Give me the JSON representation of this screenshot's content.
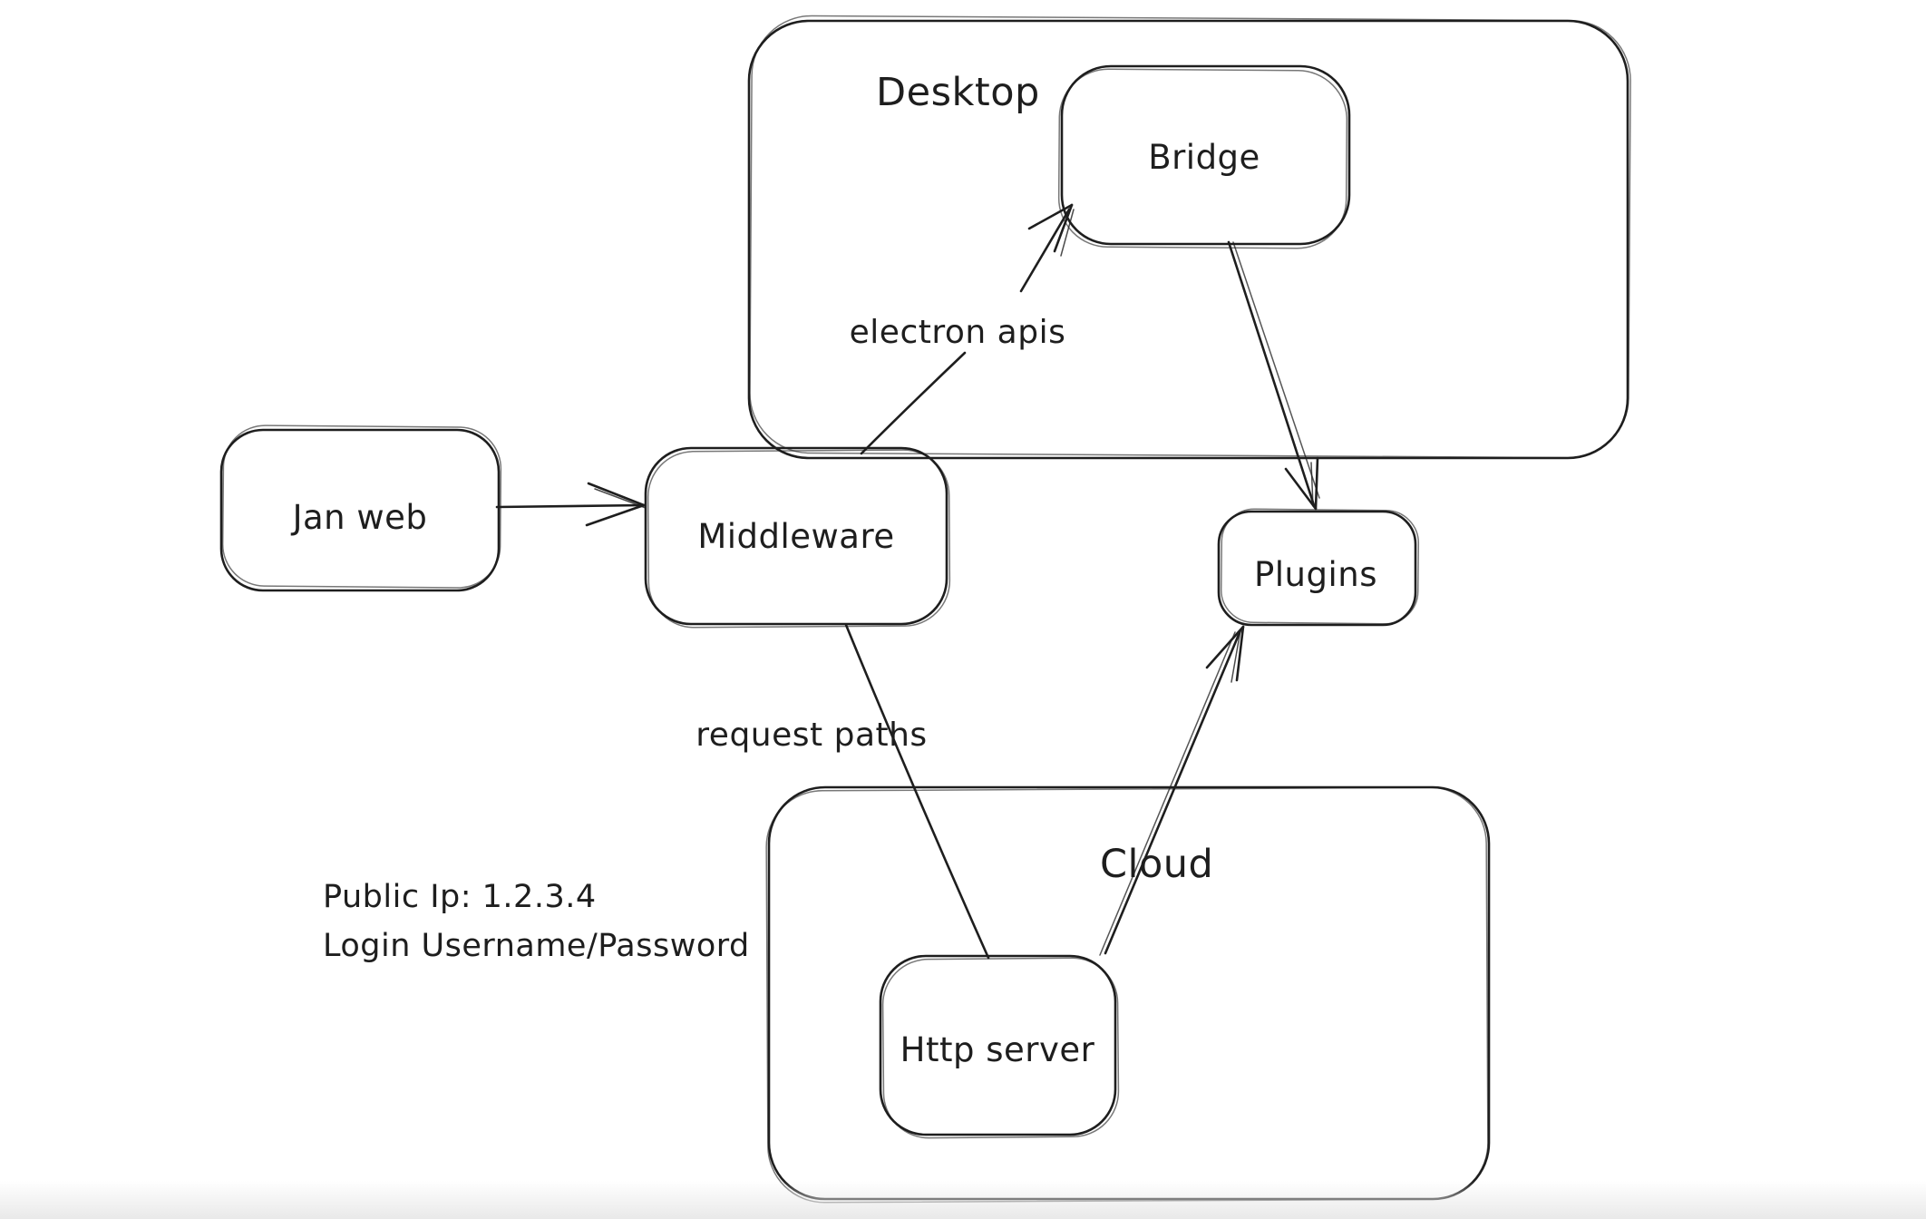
{
  "diagram": {
    "background_color": "#ffffff",
    "stroke_color": "#1e1e1e",
    "bottom_fade_color": "#e9e9e9",
    "containers": [
      {
        "name": "desktop",
        "label": "Desktop"
      },
      {
        "name": "cloud",
        "label": "Cloud"
      }
    ],
    "nodes": [
      {
        "name": "jan-web",
        "label": "Jan web"
      },
      {
        "name": "middleware",
        "label": "Middleware"
      },
      {
        "name": "bridge",
        "label": "Bridge"
      },
      {
        "name": "plugins",
        "label": "Plugins"
      },
      {
        "name": "http-server",
        "label": "Http server"
      }
    ],
    "edges": [
      {
        "name": "jan-web-to-middleware",
        "label": ""
      },
      {
        "name": "middleware-to-bridge",
        "label": "electron apis"
      },
      {
        "name": "bridge-to-plugins",
        "label": ""
      },
      {
        "name": "middleware-to-http-server",
        "label": "request paths"
      },
      {
        "name": "http-server-to-plugins",
        "label": ""
      }
    ],
    "annotations": {
      "public_ip": "Public Ip: 1.2.3.4",
      "login": "Login Username/Password"
    }
  }
}
